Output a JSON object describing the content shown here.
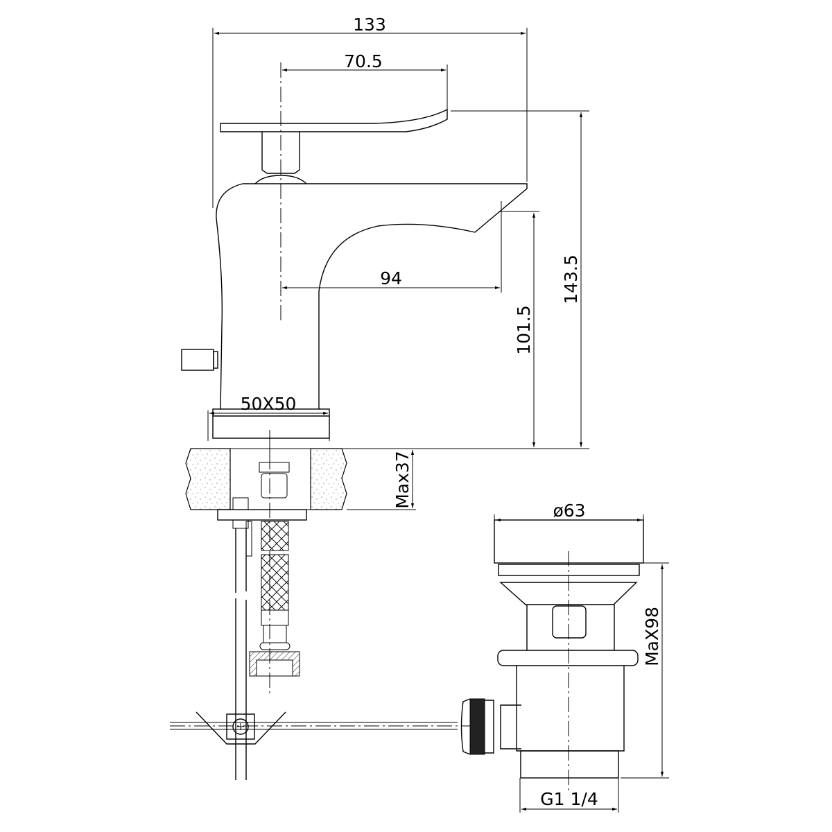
{
  "drawing": {
    "dimensions": {
      "overall_width": "133",
      "handle_offset": "70.5",
      "spout_reach": "94",
      "spout_height": "101.5",
      "overall_height": "143.5",
      "base_size": "50X50",
      "max_counter_thickness": "Max37",
      "drain_diameter": "ø63",
      "drain_max_height": "MaX98",
      "drain_thread": "G1 1/4"
    },
    "colors": {
      "line": "#000000",
      "background": "#ffffff"
    }
  }
}
